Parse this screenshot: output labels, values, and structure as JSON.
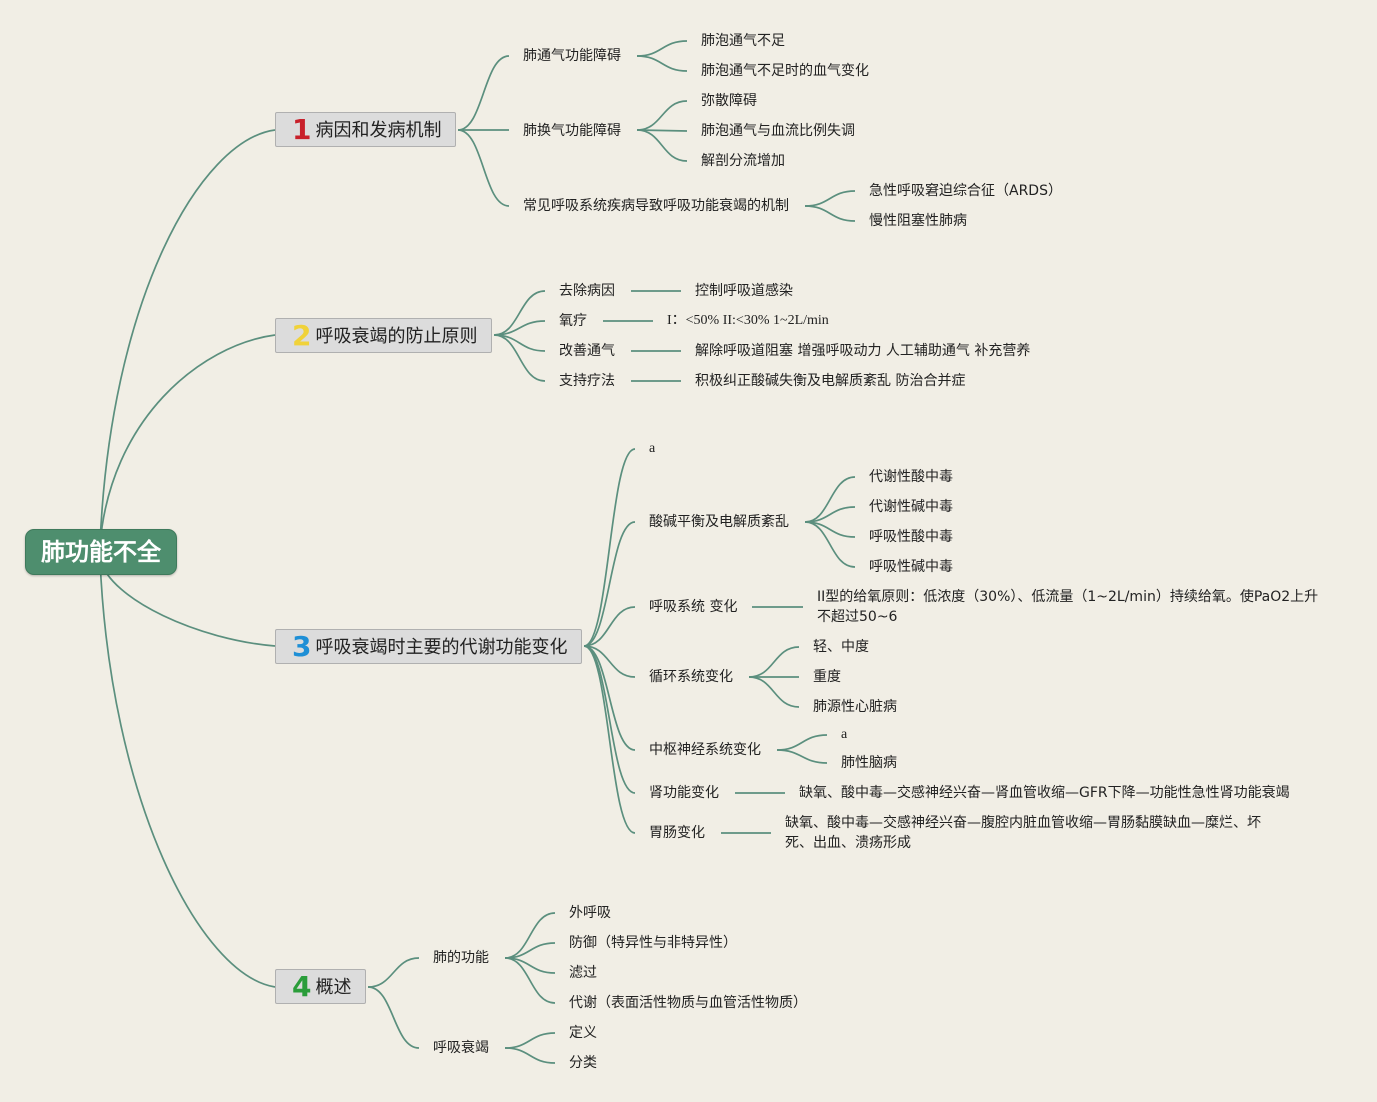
{
  "root": {
    "label": "肺功能不全"
  },
  "colors": {
    "line": "#5b8f7e",
    "root_bg": "#4e8e6e",
    "num1": "#c8202a",
    "num2": "#f0d23a",
    "num3": "#1e8fd6",
    "num4": "#2a9d3a"
  },
  "topics": [
    {
      "num": "1",
      "label": "病因和发病机制",
      "subs": [
        {
          "label": "肺通气功能障碍",
          "leaves": [
            "肺泡通气不足",
            "肺泡通气不足时的血气变化"
          ]
        },
        {
          "label": "肺换气功能障碍",
          "leaves": [
            "弥散障碍",
            "肺泡通气与血流比例失调",
            "解剖分流增加"
          ]
        },
        {
          "label": "常见呼吸系统疾病导致呼吸功能衰竭的机制",
          "leaves": [
            "急性呼吸窘迫综合征（ARDS）",
            "慢性阻塞性肺病"
          ]
        }
      ]
    },
    {
      "num": "2",
      "label": "呼吸衰竭的防止原则",
      "subs": [
        {
          "label": "去除病因",
          "leaves": [
            "控制呼吸道感染"
          ]
        },
        {
          "label": "氧疗",
          "leaves": [
            "I：<50% II:<30% 1~2L/min"
          ]
        },
        {
          "label": "改善通气",
          "leaves": [
            "解除呼吸道阻塞 增强呼吸动力 人工辅助通气 补充营养"
          ]
        },
        {
          "label": "支持疗法",
          "leaves": [
            "积极纠正酸碱失衡及电解质紊乱 防治合并症"
          ]
        }
      ]
    },
    {
      "num": "3",
      "label": "呼吸衰竭时主要的代谢功能变化",
      "subs": [
        {
          "label": "a",
          "leaves": []
        },
        {
          "label": "酸碱平衡及电解质紊乱",
          "leaves": [
            "代谢性酸中毒",
            "代谢性碱中毒",
            "呼吸性酸中毒",
            "呼吸性碱中毒"
          ]
        },
        {
          "label": "呼吸系统 变化",
          "leaves": [
            "II型的给氧原则：低浓度（30%）、低流量（1~2L/min）持续给氧。使PaO2上升不超过50~6"
          ]
        },
        {
          "label": "循环系统变化",
          "leaves": [
            "轻、中度",
            "重度",
            "肺源性心脏病"
          ]
        },
        {
          "label": "中枢神经系统变化",
          "leaves": [
            "a",
            "肺性脑病"
          ]
        },
        {
          "label": "肾功能变化",
          "leaves": [
            "缺氧、酸中毒—交感神经兴奋—肾血管收缩—GFR下降—功能性急性肾功能衰竭"
          ]
        },
        {
          "label": "胃肠变化",
          "leaves": [
            "缺氧、酸中毒—交感神经兴奋—腹腔内脏血管收缩—胃肠黏膜缺血—糜烂、坏死、出血、溃疡形成"
          ]
        }
      ]
    },
    {
      "num": "4",
      "label": "概述",
      "subs": [
        {
          "label": "肺的功能",
          "leaves": [
            "外呼吸",
            "防御（特异性与非特异性）",
            "滤过",
            "代谢（表面活性物质与血管活性物质）"
          ]
        },
        {
          "label": "呼吸衰竭",
          "leaves": [
            "定义",
            "分类"
          ]
        }
      ]
    }
  ]
}
